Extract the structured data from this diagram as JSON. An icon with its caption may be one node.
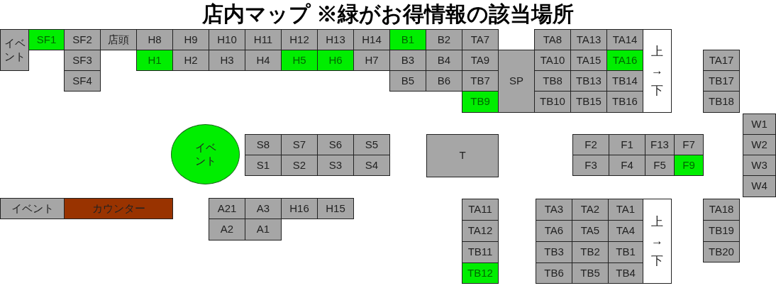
{
  "diagram": {
    "title": "店内マップ ※緑がお得情報の該当場所",
    "nodes": [
      {
        "text": [
          "イベント"
        ]
      },
      {
        "text": [
          "SF1"
        ]
      },
      {
        "text": [
          "SF2"
        ]
      },
      {
        "text": [
          "店頭"
        ]
      },
      {
        "text": [
          "H8"
        ]
      },
      {
        "text": [
          "H9"
        ]
      },
      {
        "text": [
          "H10"
        ]
      },
      {
        "text": [
          "H11"
        ]
      },
      {
        "text": [
          "H12"
        ]
      },
      {
        "text": [
          "H13"
        ]
      },
      {
        "text": [
          "H14"
        ]
      },
      {
        "text": [
          "B1"
        ]
      },
      {
        "text": [
          "B2"
        ]
      },
      {
        "text": [
          "TA7"
        ]
      },
      {
        "text": [
          "TA8"
        ]
      },
      {
        "text": [
          "TA13"
        ]
      },
      {
        "text": [
          "TA14"
        ]
      },
      {
        "text": [
          "上→下"
        ]
      },
      {
        "text": [
          "SF3"
        ]
      },
      {
        "text": [
          "H1"
        ]
      },
      {
        "text": [
          "H2"
        ]
      },
      {
        "text": [
          "H3"
        ]
      },
      {
        "text": [
          "H4"
        ]
      },
      {
        "text": [
          "H5"
        ]
      },
      {
        "text": [
          "H6"
        ]
      },
      {
        "text": [
          "H7"
        ]
      },
      {
        "text": [
          "B3"
        ]
      },
      {
        "text": [
          "B4"
        ]
      },
      {
        "text": [
          "TA9"
        ]
      },
      {
        "text": [
          "SP"
        ]
      },
      {
        "text": [
          "TA10"
        ]
      },
      {
        "text": [
          "TA15"
        ]
      },
      {
        "text": [
          "TA16"
        ]
      },
      {
        "text": [
          "TA17"
        ]
      },
      {
        "text": [
          "SF4"
        ]
      },
      {
        "text": [
          "B5"
        ]
      },
      {
        "text": [
          "B6"
        ]
      },
      {
        "text": [
          "TB7"
        ]
      },
      {
        "text": [
          "TB8"
        ]
      },
      {
        "text": [
          "TB13"
        ]
      },
      {
        "text": [
          "TB14"
        ]
      },
      {
        "text": [
          "TB17"
        ]
      },
      {
        "text": [
          "TB9"
        ]
      },
      {
        "text": [
          "TB10"
        ]
      },
      {
        "text": [
          "TB15"
        ]
      },
      {
        "text": [
          "TB16"
        ]
      },
      {
        "text": [
          "TB18"
        ]
      },
      {
        "text": [
          "W1"
        ]
      },
      {
        "text": [
          "イベント"
        ]
      },
      {
        "text": [
          "S8"
        ]
      },
      {
        "text": [
          "S7"
        ]
      },
      {
        "text": [
          "S6"
        ]
      },
      {
        "text": [
          "S5"
        ]
      },
      {
        "text": [
          "T"
        ]
      },
      {
        "text": [
          "F2"
        ]
      },
      {
        "text": [
          "F1"
        ]
      },
      {
        "text": [
          "F13"
        ]
      },
      {
        "text": [
          "F7"
        ]
      },
      {
        "text": [
          "W2"
        ]
      },
      {
        "text": [
          "S1"
        ]
      },
      {
        "text": [
          "S2"
        ]
      },
      {
        "text": [
          "S3"
        ]
      },
      {
        "text": [
          "S4"
        ]
      },
      {
        "text": [
          "F3"
        ]
      },
      {
        "text": [
          "F4"
        ]
      },
      {
        "text": [
          "F5"
        ]
      },
      {
        "text": [
          "F9"
        ]
      },
      {
        "text": [
          "W3"
        ]
      },
      {
        "text": [
          "W4"
        ]
      },
      {
        "text": [
          "イベント"
        ]
      },
      {
        "text": [
          "カウンター"
        ]
      },
      {
        "text": [
          "A21"
        ]
      },
      {
        "text": [
          "A3"
        ]
      },
      {
        "text": [
          "H16"
        ]
      },
      {
        "text": [
          "H15"
        ]
      },
      {
        "text": [
          "TA11"
        ]
      },
      {
        "text": [
          "TA3"
        ]
      },
      {
        "text": [
          "TA2"
        ]
      },
      {
        "text": [
          "TA1"
        ]
      },
      {
        "text": [
          "上→下"
        ]
      },
      {
        "text": [
          "TA18"
        ]
      },
      {
        "text": [
          "A2"
        ]
      },
      {
        "text": [
          "A1"
        ]
      },
      {
        "text": [
          "TA12"
        ]
      },
      {
        "text": [
          "TA6"
        ]
      },
      {
        "text": [
          "TA5"
        ]
      },
      {
        "text": [
          "TA4"
        ]
      },
      {
        "text": [
          "TB19"
        ]
      },
      {
        "text": [
          "TB11"
        ]
      },
      {
        "text": [
          "TB3"
        ]
      },
      {
        "text": [
          "TB2"
        ]
      },
      {
        "text": [
          "TB1"
        ]
      },
      {
        "text": [
          "TB20"
        ]
      },
      {
        "text": [
          "TB12"
        ]
      },
      {
        "text": [
          "TB6"
        ]
      },
      {
        "text": [
          "TB5"
        ]
      },
      {
        "text": [
          "TB4"
        ]
      }
    ],
    "edges": []
  }
}
